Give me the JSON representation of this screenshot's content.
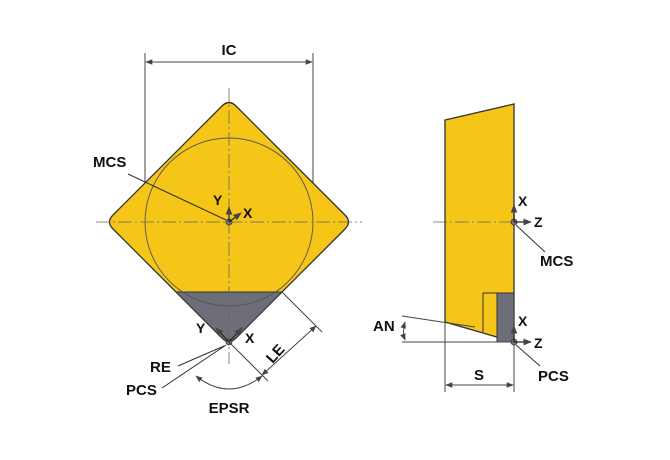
{
  "diagram": {
    "colors": {
      "insert_fill": "#F5C518",
      "insert_outline": "#333333",
      "cutting_edge_fill": "#6E6E78",
      "dimension_line": "#444444",
      "background": "#FFFFFF"
    },
    "front_view": {
      "labels": {
        "ic": "IC",
        "mcs": "MCS",
        "mcs_y": "Y",
        "mcs_x": "X",
        "pcs_y": "Y",
        "pcs_x": "X",
        "re": "RE",
        "pcs": "PCS",
        "le": "LE",
        "epsr": "EPSR"
      }
    },
    "side_view": {
      "labels": {
        "x_top": "X",
        "z_top": "Z",
        "mcs": "MCS",
        "an": "AN",
        "x_bottom": "X",
        "z_bottom": "Z",
        "s": "S",
        "pcs": "PCS"
      }
    }
  }
}
